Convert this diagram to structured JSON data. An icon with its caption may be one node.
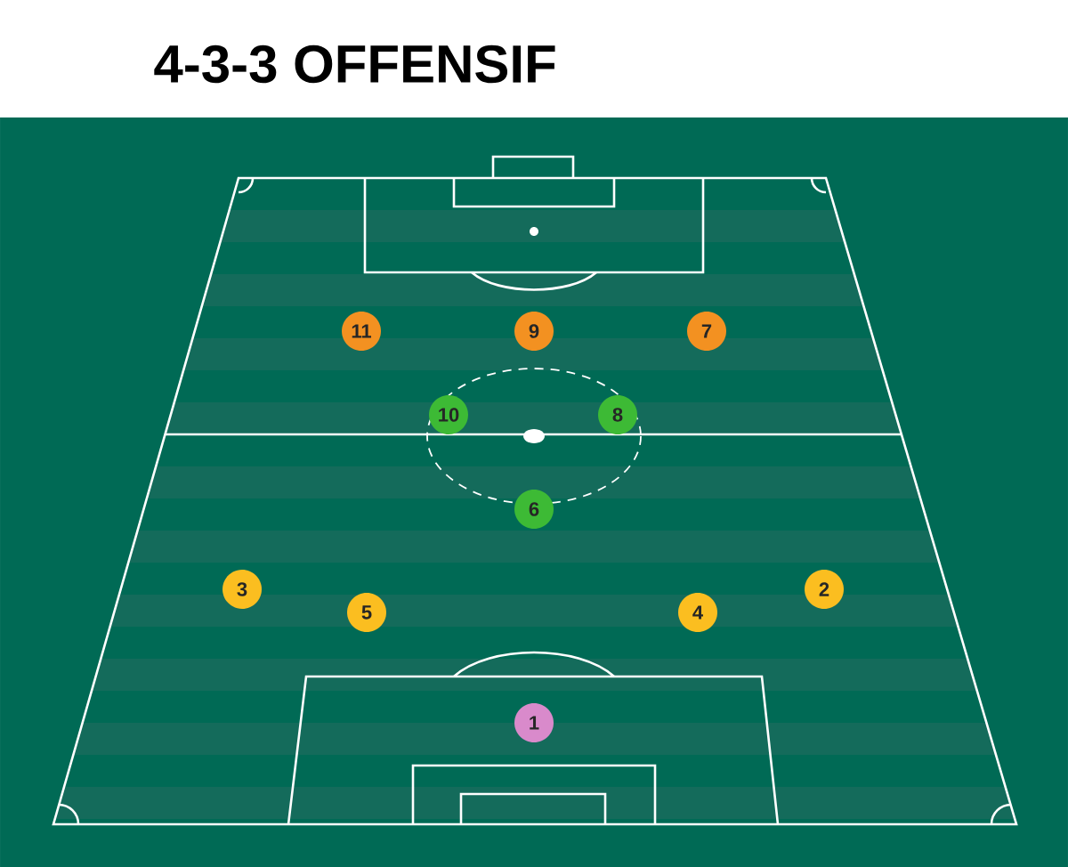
{
  "diagram": {
    "title": "4-3-3 OFFENSIF",
    "nodes": [
      {
        "text": [
          "11"
        ]
      },
      {
        "text": [
          "9"
        ]
      },
      {
        "text": [
          "7"
        ]
      },
      {
        "text": [
          "10"
        ]
      },
      {
        "text": [
          "8"
        ]
      },
      {
        "text": [
          "6"
        ]
      },
      {
        "text": [
          "3"
        ]
      },
      {
        "text": [
          "2"
        ]
      },
      {
        "text": [
          "5"
        ]
      },
      {
        "text": [
          "4"
        ]
      },
      {
        "text": [
          "1"
        ]
      }
    ]
  }
}
